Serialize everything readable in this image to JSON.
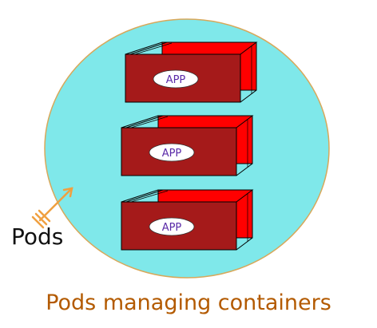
{
  "pod_label": "Pods",
  "caption": "Pods managing containers",
  "containers": [
    {
      "label": "APP"
    },
    {
      "label": "APP"
    },
    {
      "label": "APP"
    }
  ],
  "colors": {
    "pod_fill": "#7fe8ea",
    "pod_stroke": "#d8a85a",
    "container_front": "#a51a1a",
    "container_back": "#ff0000",
    "container_outline": "#000000",
    "app_oval_fill": "#ffffff",
    "app_text": "#5a2aa8",
    "arrow": "#f0a040",
    "caption": "#b35a00"
  },
  "icons": {
    "arrow": "pointer-arrow-icon"
  }
}
